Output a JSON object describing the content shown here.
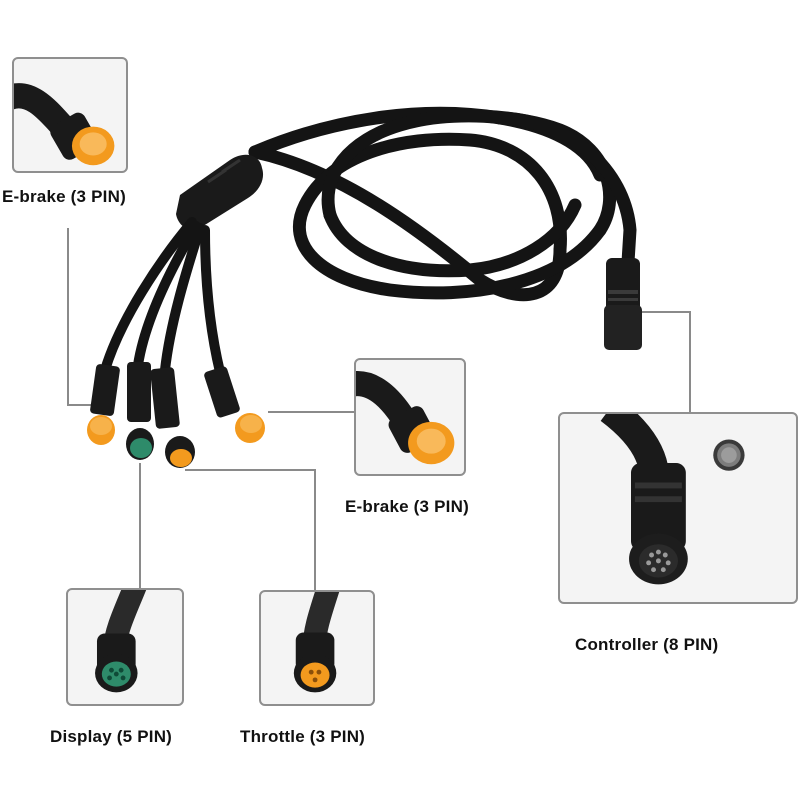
{
  "labels": {
    "ebrake_top": "E-brake (3 PIN)",
    "ebrake_mid": "E-brake (3 PIN)",
    "display": "Display (5 PIN)",
    "throttle": "Throttle (3 PIN)",
    "controller": "Controller (8 PIN)"
  },
  "colors": {
    "cable": "#141414",
    "orange_connector": "#f39a1e",
    "green_connector": "#2e8b6a",
    "leader_line": "#8a8a8a"
  }
}
